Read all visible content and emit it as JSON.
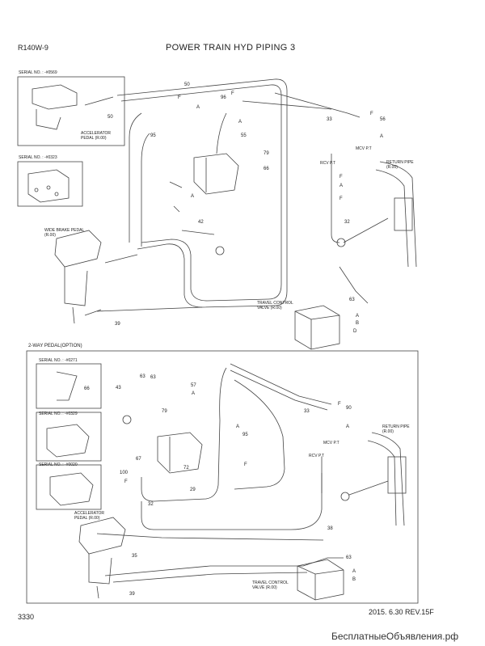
{
  "header": {
    "model": "R140W-9",
    "title": "POWER TRAIN HYD PIPING 3"
  },
  "top_section": {
    "serial_1": "SERIAL NO. : -#0569",
    "serial_2": "SERIAL NO. : -#0323",
    "accelerator_label": "ACCELERATOR PEDAL (R.00)",
    "wide_brake_label": "WIDE BRAKE PEDAL (R.00)",
    "travel_control_label": "TRAVEL CONTROL VALVE (R.00)",
    "return_pipe_label": "RETURN PIPE (R.00)",
    "mcv_label": "MCV P.T",
    "rcv_label": "RCV P.T",
    "part_numbers": [
      "50",
      "50",
      "96",
      "F",
      "F",
      "A",
      "A",
      "55",
      "33",
      "56",
      "A",
      "F",
      "95",
      "79",
      "66",
      "42",
      "32",
      "F",
      "A",
      "F",
      "A",
      "39",
      "63",
      "A",
      "B",
      "D"
    ]
  },
  "bottom_section": {
    "option_label": "2-WAY PEDAL(OPTION)",
    "serial_1": "SERIAL NO. : -#0271",
    "serial_2": "SERIAL NO. : -#0329",
    "serial_3": "SERIAL NO. : -#0020",
    "accelerator_label": "ACCELERATOR PEDAL (R.00)",
    "travel_control_label": "TRAVEL CONTROL VALVE (R.00)",
    "return_pipe_label": "RETURN PIPE (R.00)",
    "mcv_label": "MCV P.T",
    "rcv_label": "RCV P.T",
    "part_numbers": [
      "66",
      "43",
      "63",
      "63",
      "57",
      "A",
      "A",
      "F",
      "79",
      "33",
      "90",
      "A",
      "F",
      "95",
      "67",
      "100",
      "F",
      "32",
      "29",
      "72",
      "35",
      "39",
      "38",
      "63",
      "A",
      "B"
    ]
  },
  "footer": {
    "page": "3330",
    "rev": "2015. 6.30 REV.15F"
  },
  "watermark": "БесплатныеОбъявления.рф"
}
